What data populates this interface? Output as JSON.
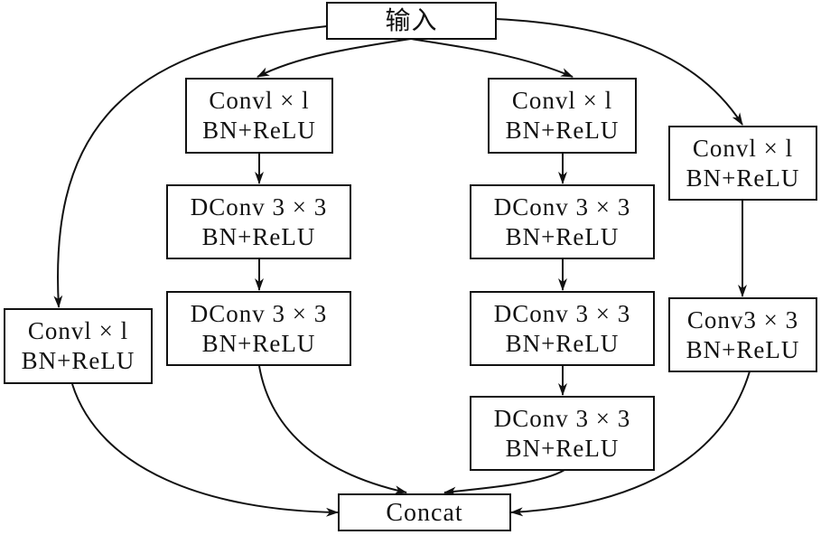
{
  "diagram": {
    "input": "输入",
    "output": "Concat",
    "branch1": {
      "conv1": [
        "Convl × l",
        "BN+ReLU"
      ]
    },
    "branch2": {
      "conv1": [
        "Convl × l",
        "BN+ReLU"
      ],
      "dconv_a": [
        "DConv 3 × 3",
        "BN+ReLU"
      ],
      "dconv_b": [
        "DConv 3 × 3",
        "BN+ReLU"
      ]
    },
    "branch3": {
      "conv1": [
        "Convl × l",
        "BN+ReLU"
      ],
      "dconv_a": [
        "DConv 3 × 3",
        "BN+ReLU"
      ],
      "dconv_b": [
        "DConv 3 × 3",
        "BN+ReLU"
      ],
      "dconv_c": [
        "DConv 3 × 3",
        "BN+ReLU"
      ]
    },
    "branch4": {
      "conv1": [
        "Convl × l",
        "BN+ReLU"
      ],
      "conv3": [
        "Conv3 × 3",
        "BN+ReLU"
      ]
    },
    "colors": {
      "stroke": "#111111",
      "background": "#ffffff"
    }
  }
}
